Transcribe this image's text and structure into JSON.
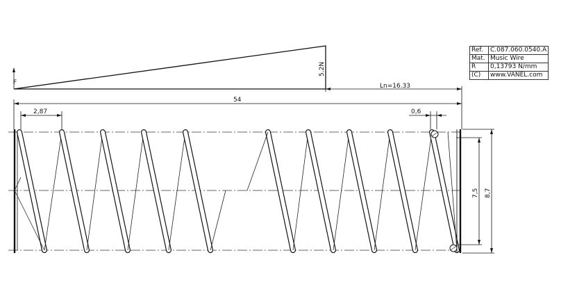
{
  "drawing": {
    "force_symbol": "F",
    "force_value": "5.2N",
    "free_length": "54",
    "solid_length": "Ln=16.33",
    "pitch": "2,87",
    "wire_diameter": "0,6",
    "inner_diameter": "7,5",
    "outer_diameter": "8,7"
  },
  "spec_table": [
    {
      "key": "Ref.",
      "value": "C.087.060.0540.A"
    },
    {
      "key": "Mat.",
      "value": "Music Wire"
    },
    {
      "key": "R",
      "value": "0,13793 N/mm"
    },
    {
      "key": "(C)",
      "value": "www.VANEL.com"
    }
  ]
}
